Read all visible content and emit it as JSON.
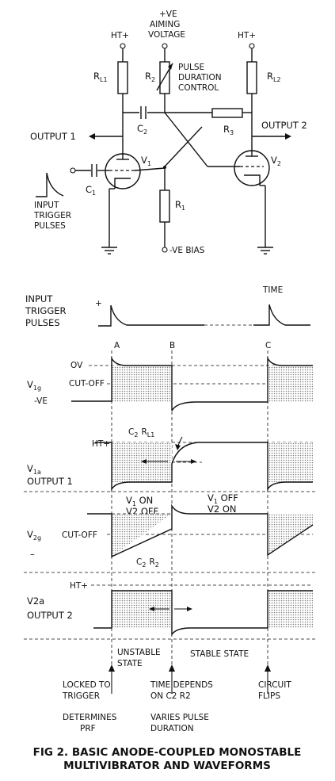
{
  "circuit": {
    "ht_left": "HT+",
    "ht_right": "HT+",
    "aiming_line1": "+VE",
    "aiming_line2": "AIMING",
    "aiming_line3": "VOLTAGE",
    "rl1": "R",
    "rl1_sub": "L1",
    "r2": "R",
    "r2_sub": "2",
    "pulse_line1": "PULSE",
    "pulse_line2": "DURATION",
    "pulse_line3": "CONTROL",
    "rl2": "R",
    "rl2_sub": "L2",
    "c2": "C",
    "c2_sub": "2",
    "r3": "R",
    "r3_sub": "3",
    "output1": "OUTPUT 1",
    "output2": "OUTPUT 2",
    "v1": "V",
    "v1_sub": "1",
    "v2": "V",
    "v2_sub": "2",
    "c1": "C",
    "c1_sub": "1",
    "input_line1": "INPUT",
    "input_line2": "TRIGGER",
    "input_line3": "PULSES",
    "r1": "R",
    "r1_sub": "1",
    "ve_bias": "-VE BIAS"
  },
  "waveforms": {
    "input_line1": "INPUT",
    "input_line2": "TRIGGER",
    "input_line3": "PULSES",
    "plus": "+",
    "time": "TIME",
    "point_a": "A",
    "point_b": "B",
    "point_c": "C",
    "v1g_label": "V",
    "v1g_sub": "1g",
    "ov": "OV",
    "cutoff_1": "CUT-OFF",
    "minus_ve": "-VE",
    "c2rl1": "C",
    "c2rl1_sub": "2",
    "c2rl1_r": "R",
    "c2rl1_rsub": "L1",
    "ht_1": "HT+",
    "v1a_label": "V",
    "v1a_sub": "1a",
    "v1a_out": "OUTPUT  1",
    "state1_line1": "V",
    "state1_s1": "1",
    "state1_on": " ON",
    "state1_line2": "V2 OFF",
    "state2_line1": "V",
    "state2_s1": "1",
    "state2_off": "  OFF",
    "state2_line2": "V2 ON",
    "v2g_label": "V",
    "v2g_sub": "2g",
    "cutoff_2": "CUT-OFF",
    "minus": "–",
    "c2r2": "C",
    "c2r2_sub": "2",
    "c2r2_r": "R",
    "c2r2_rsub": "2",
    "ht_2": "HT+",
    "v2a_label": "V2a",
    "v2a_out": "OUTPUT 2",
    "unstable_line1": "UNSTABLE",
    "unstable_line2": "STATE",
    "stable_state": "STABLE STATE",
    "locked_line1": "LOCKED TO",
    "locked_line2": "TRIGGER",
    "determines_line1": "DETERMINES",
    "determines_line2": "PRF",
    "time_line1": "TIME DEPENDS",
    "time_line2": "ON C2 R2",
    "varies_line1": "VARIES PULSE",
    "varies_line2": "DURATION",
    "flips_line1": "CIRCUIT",
    "flips_line2": "FLIPS"
  },
  "caption": {
    "line1": "FIG 2.   BASIC ANODE-COUPLED MONOSTABLE",
    "line2": "MULTIVIBRATOR AND WAVEFORMS"
  }
}
